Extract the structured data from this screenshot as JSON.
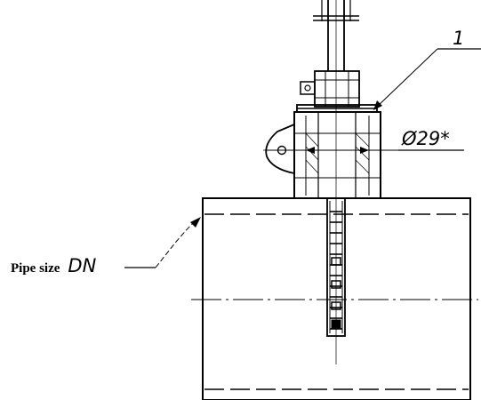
{
  "drawing": {
    "callout_number": "1",
    "diameter_label": "Ø29*",
    "pipe_label_prefix": "Pipe size",
    "pipe_label_symbol": "DN",
    "line_color": "#000000",
    "background_color": "#ffffff"
  }
}
